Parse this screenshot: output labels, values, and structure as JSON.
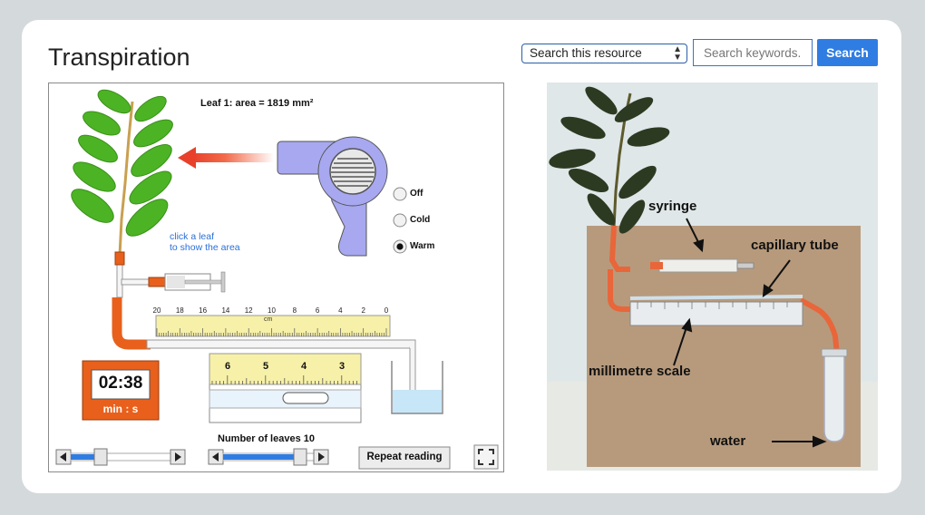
{
  "page": {
    "title": "Transpiration"
  },
  "search": {
    "scope": "Search this resource",
    "placeholder": "Search keywords.",
    "button": "Search"
  },
  "sim": {
    "leaf_info": "Leaf 1: area = 1819 mm²",
    "hint_line1": "click a leaf",
    "hint_line2": "to show the area",
    "radios": [
      {
        "label": "Off",
        "selected": false
      },
      {
        "label": "Cold",
        "selected": false
      },
      {
        "label": "Warm",
        "selected": true
      }
    ],
    "ruler_ticks": [
      "20",
      "18",
      "16",
      "14",
      "12",
      "10",
      "8",
      "6",
      "4",
      "2",
      "0"
    ],
    "ruler_unit": "cm",
    "zoom_ticks": [
      "6",
      "5",
      "4",
      "3"
    ],
    "timer": {
      "value": "02:38",
      "unit": "min : s"
    },
    "leaves_label": "Number of leaves 10",
    "repeat_button": "Repeat reading",
    "fan_slider_level": 0.3,
    "leaves_slider_level": 0.85
  },
  "photo": {
    "labels": {
      "syringe": "syringe",
      "capillary": "capillary tube",
      "scale": "millimetre scale",
      "water": "water"
    }
  },
  "colors": {
    "search_button": "#2f7de2",
    "timer_bg": "#e8601c",
    "leaf": "#4cb424",
    "tube": "#e8601c"
  }
}
